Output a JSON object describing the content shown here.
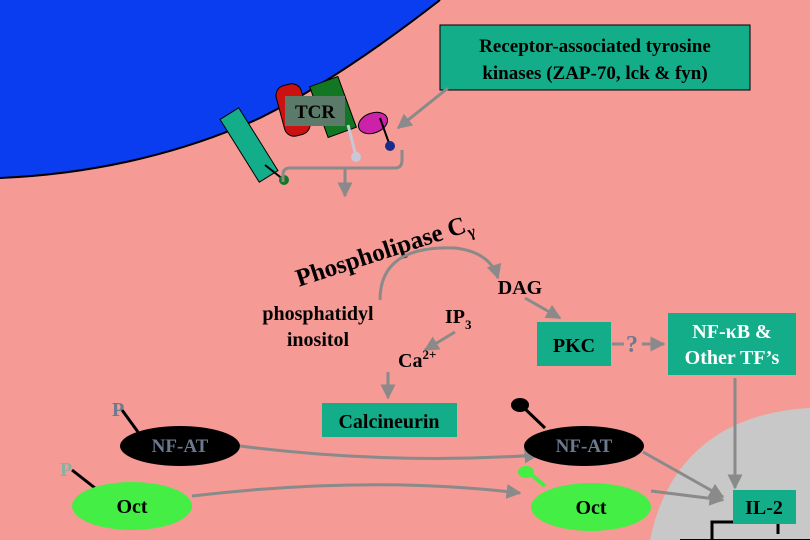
{
  "kinase_box": {
    "line1": "Receptor-associated tyrosine",
    "line2": "kinases (ZAP-70, lck & fyn)"
  },
  "tcr": "TCR",
  "plc": {
    "text": "Phospholipase C",
    "subscript": "γ"
  },
  "pip": {
    "line1": "phosphatidyl",
    "line2": "inositol"
  },
  "ip3": {
    "text": "IP",
    "subscript": "3"
  },
  "dag": "DAG",
  "pkc": "PKC",
  "question": "?",
  "nfkb": {
    "line1": "NF-κB &",
    "line2": "Other TF’s"
  },
  "ca": {
    "text": "Ca",
    "superscript": "2+"
  },
  "calcineurin": "Calcineurin",
  "phospho_label": "P",
  "nfat_left": "NF-AT",
  "nfat_right": "NF-AT",
  "oct_left": "Oct",
  "oct_right": "Oct",
  "il2": "IL-2",
  "colors": {
    "background": "#0a3cf0",
    "cell": "#f59a94",
    "nucleus": "#c8c8c8",
    "teal_box": "#13ad8a",
    "green_ellipse": "#44ee44",
    "arrow": "#8a8a8a"
  }
}
